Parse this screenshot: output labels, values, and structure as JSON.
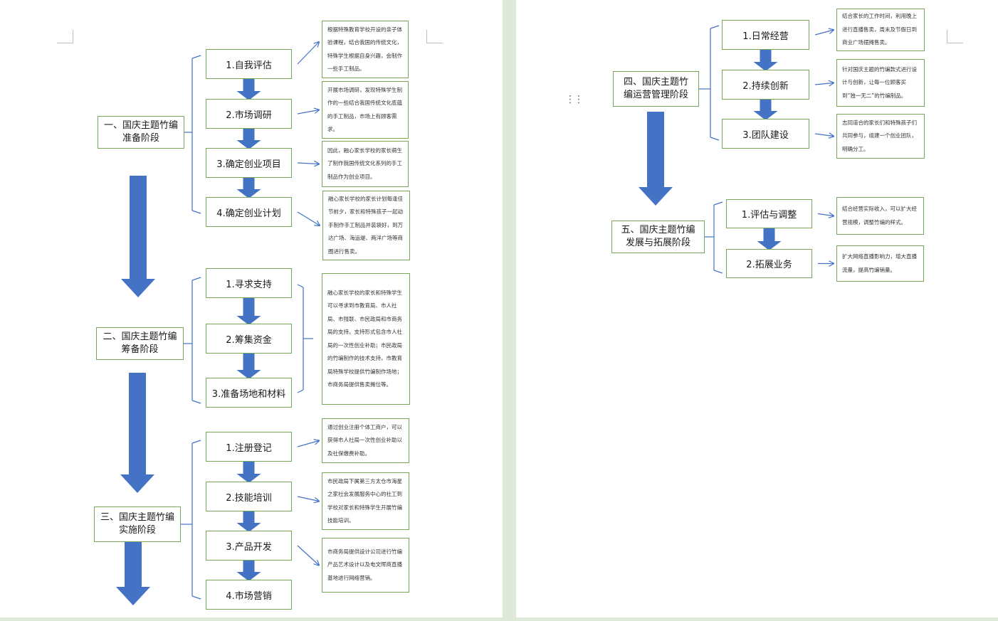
{
  "stages": [
    {
      "title": "一、国庆主题竹编准备阶段",
      "steps": [
        "1.自我评估",
        "2.市场调研",
        "3.确定创业项目",
        "4.确定创业计划"
      ],
      "notes": [
        "根据特殊教育学校开设的亲子体验课程，结合我国的传统文化，特殊学生根据自身兴趣，会制作一些手工制品。",
        "开展市场调研，发现特殊学生制作的一些结合我国传统文化底蕴的手工制品，市场上有顾客需求。",
        "因此，融心家长学校的家长萌生了制作我国传统文化系列的手工制品作为创业项目。",
        "融心家长学校的家长计划每逢佳节前夕，家长和特殊孩子一起动手制作手工制品并装袋好，到万达广场、海运堤、两洋广场等商圈进行售卖。"
      ]
    },
    {
      "title": "二、国庆主题竹编筹备阶段",
      "steps": [
        "1.寻求支持",
        "2.筹集资金",
        "3.准备场地和材料"
      ],
      "notes": [
        "融心家长学校的家长和特殊学生可以寻求到市教育局、市人社局、市残联、市民政局和市商务局的支持。支持形式包含市人社局的一次性创业补助；市民政局的竹编制作的技术支持，市教育局特殊学校提供竹编制作场地；市商务局提供售卖摊位等。"
      ]
    },
    {
      "title": "三、国庆主题竹编实施阶段",
      "steps": [
        "1.注册登记",
        "2.技能培训",
        "3.产品开发",
        "4.市场营销"
      ],
      "notes": [
        "通过创业注册个体工商户，可以获得市人社局一次性创业补助以及社保缴费补助。",
        "市民政局下属第三方太仓市海星之家社会发展服务中心的社工到学校对家长和特殊学生开展竹编技能培训。",
        "市商务局提供设计公司进行竹编产品艺术设计以及电文晖商直播基地进行网络营销。"
      ]
    },
    {
      "title": "四、国庆主题竹编运营管理阶段",
      "steps": [
        "1.日常经营",
        "2.持续创新",
        "3.团队建设"
      ],
      "notes": [
        "结合家长的工作时间，利用晚上进行直播售卖，周末及节假日到商业广场摆摊售卖。",
        "针对国庆主题的竹编款式进行设计与创新，让每一位顾客买到“独一无二”的竹编制品。",
        "志同道合的家长们和特殊孩子们共同参与，组建一个创业团队，明确分工。"
      ]
    },
    {
      "title": "五、国庆主题竹编发展与拓展阶段",
      "steps": [
        "1.评估与调整",
        "2.拓展业务"
      ],
      "notes": [
        "结合经营实际收入，可以扩大经营规模，调整竹编的样式。",
        "扩大网络直播影响力，增大直播流量，提高竹编销量。"
      ]
    }
  ],
  "colors": {
    "arrow": "#4472c4",
    "box_border": "#77a55a",
    "connector": "#4472c4"
  }
}
